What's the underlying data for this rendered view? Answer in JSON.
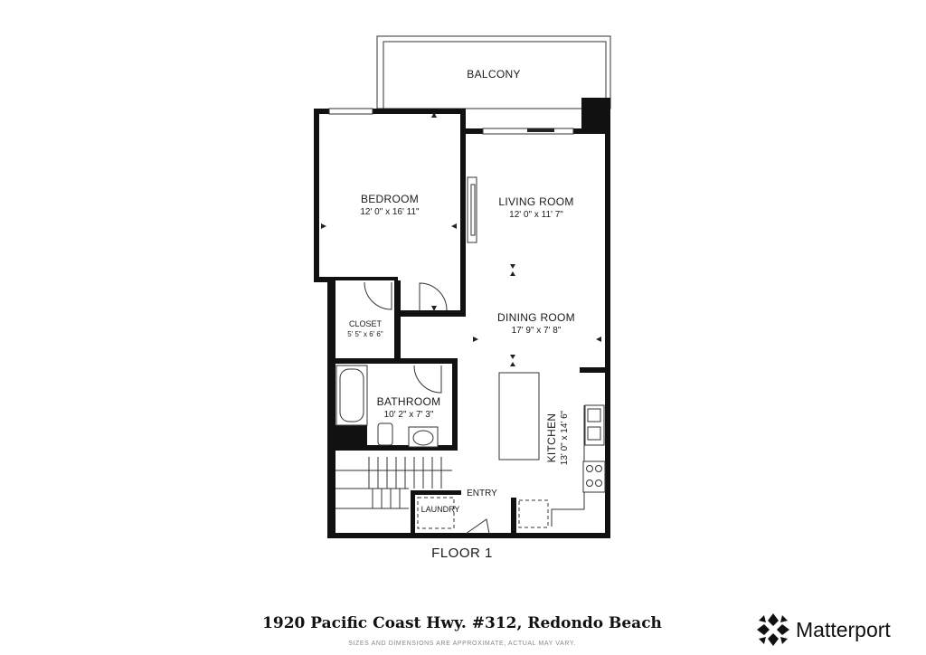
{
  "rooms": {
    "balcony": {
      "name": "BALCONY"
    },
    "bedroom": {
      "name": "BEDROOM",
      "dims": "12' 0\" x 16' 11\""
    },
    "living_room": {
      "name": "LIVING ROOM",
      "dims": "12' 0\" x 11' 7\""
    },
    "dining_room": {
      "name": "DINING ROOM",
      "dims": "17' 9\" x 7' 8\""
    },
    "closet": {
      "name": "CLOSET",
      "dims": "5' 5\" x 6' 6\""
    },
    "bathroom": {
      "name": "BATHROOM",
      "dims": "10' 2\" x 7' 3\""
    },
    "kitchen": {
      "name": "KITCHEN",
      "dims": "13' 0\" x 14' 6\""
    },
    "entry": {
      "name": "ENTRY"
    },
    "laundry": {
      "name": "LAUNDRY"
    }
  },
  "floor_label": "FLOOR 1",
  "address": "1920 Pacific Coast Hwy. #312, Redondo Beach",
  "disclaimer": "SIZES AND DIMENSIONS ARE APPROXIMATE, ACTUAL MAY VARY.",
  "brand": {
    "name": "Matterport",
    "icon": "matterport-logo-icon",
    "color": "#111111"
  }
}
